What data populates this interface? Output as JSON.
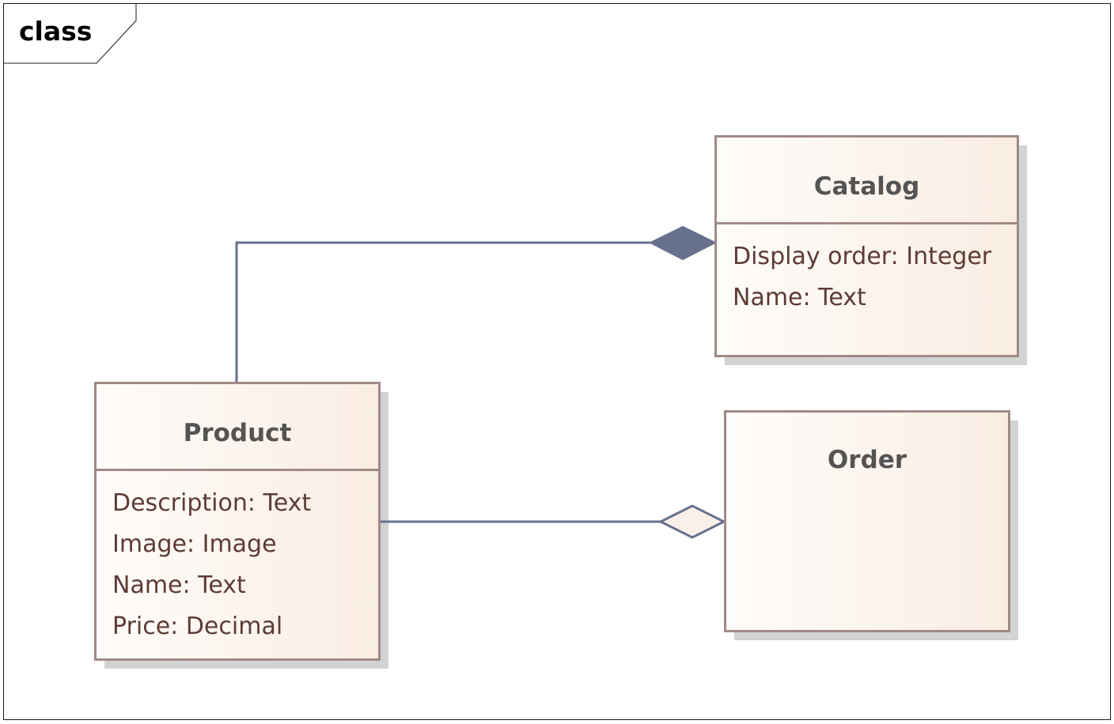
{
  "frame": {
    "label": "class"
  },
  "classes": {
    "catalog": {
      "name": "Catalog",
      "attributes": [
        "Display order: Integer",
        "Name: Text"
      ]
    },
    "product": {
      "name": "Product",
      "attributes": [
        "Description: Text",
        "Image: Image",
        "Name: Text",
        "Price: Decimal"
      ]
    },
    "order": {
      "name": "Order",
      "attributes": []
    }
  },
  "relationships": [
    {
      "type": "composition",
      "from": "Product",
      "to": "Catalog"
    },
    {
      "type": "aggregation",
      "from": "Product",
      "to": "Order"
    }
  ],
  "colors": {
    "connector": "#67718c",
    "class_border": "#a08a86",
    "class_fill_start": "#fefcfa",
    "class_fill_end": "#f9ede3",
    "attribute_text": "#5e3b36",
    "class_name_text": "#545454",
    "aggregation_fill": "#fbefe9"
  }
}
